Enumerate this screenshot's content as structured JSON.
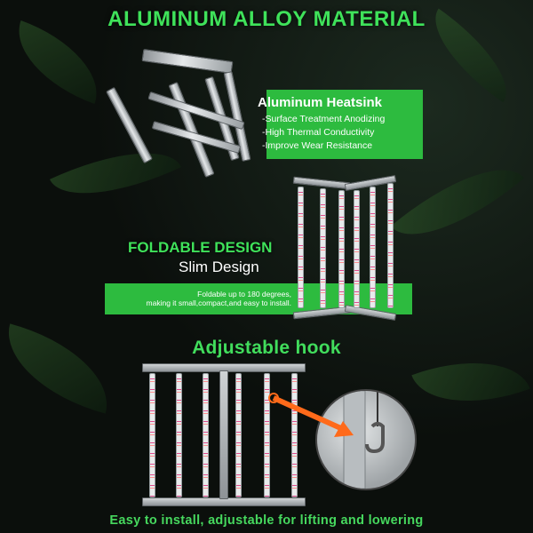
{
  "section1": {
    "title": "ALUMINUM ALLOY MATERIAL",
    "heatsink_title": "Aluminum Heatsink",
    "features": [
      "-Surface Treatment Anodizing",
      "-High Thermal Conductivity",
      "-Improve Wear Resistance"
    ]
  },
  "section2": {
    "title": "FOLDABLE DESIGN",
    "subtitle": "Slim Design",
    "description_line1": "Foldable up to 180 degrees,",
    "description_line2": "making it small,compact,and easy to install."
  },
  "section3": {
    "title": "Adjustable hook",
    "bottom_text": "Easy to install, adjustable for lifting and lowering"
  },
  "colors": {
    "brand_green": "#2dbb3f",
    "text_green": "#3fe25a",
    "background": "#0b0f0c"
  }
}
